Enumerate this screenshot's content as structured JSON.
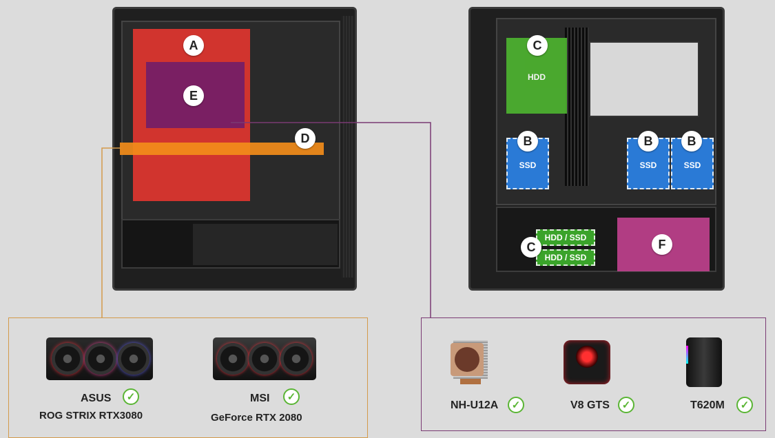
{
  "diagram": {
    "front_case": {
      "zones": [
        {
          "id": "A",
          "color": "#e8352f"
        },
        {
          "id": "E",
          "color": "#7a1f63"
        },
        {
          "id": "D",
          "color": "#f28c1a"
        }
      ]
    },
    "back_case": {
      "zones": [
        {
          "id": "C",
          "label": "HDD",
          "color": "#4caf2f"
        },
        {
          "id": "B",
          "label": "SSD",
          "color": "#2a7ad6"
        },
        {
          "id": "B",
          "label": "SSD",
          "color": "#2a7ad6"
        },
        {
          "id": "B",
          "label": "SSD",
          "color": "#2a7ad6"
        },
        {
          "id": "C",
          "label": "HDD / SSD",
          "label2": "HDD / SSD",
          "color": "#3aa32a"
        },
        {
          "id": "F",
          "color": "#c2418f"
        }
      ]
    }
  },
  "gpu_panel": {
    "border_color": "#d39a4a",
    "items": [
      {
        "brand": "ASUS",
        "model": "ROG STRIX RTX3080",
        "check": "✓"
      },
      {
        "brand": "MSI",
        "model": "GeForce RTX 2080",
        "check": "✓"
      }
    ]
  },
  "cooler_panel": {
    "border_color": "#7a3a73",
    "items": [
      {
        "name": "NH-U12A",
        "check": "✓"
      },
      {
        "name": "V8 GTS",
        "check": "✓"
      },
      {
        "name": "T620M",
        "check": "✓"
      }
    ]
  },
  "icons": {
    "check": "check-icon"
  }
}
